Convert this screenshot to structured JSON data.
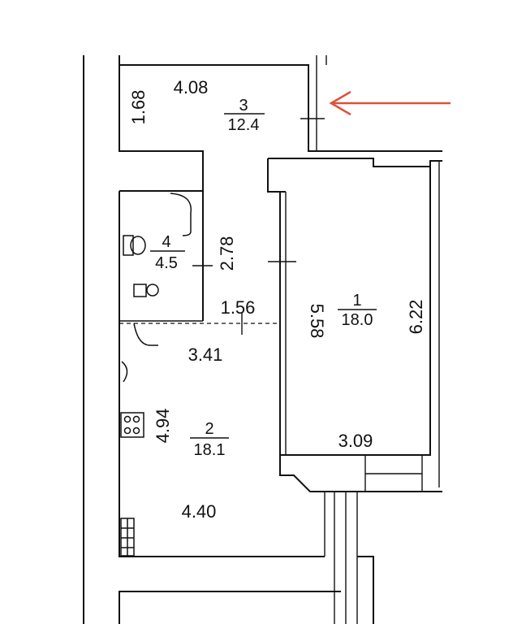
{
  "rooms": [
    {
      "id": "3",
      "number": "3",
      "area": "12.4"
    },
    {
      "id": "4",
      "number": "4",
      "area": "4.5"
    },
    {
      "id": "1",
      "number": "1",
      "area": "18.0"
    },
    {
      "id": "2",
      "number": "2",
      "area": "18.1"
    }
  ],
  "dimensions": {
    "d_408": "4.08",
    "d_168": "1.68",
    "d_278": "2.78",
    "d_156": "1.56",
    "d_558": "5.58",
    "d_622": "6.22",
    "d_341": "3.41",
    "d_494": "4.94",
    "d_309": "3.09",
    "d_440": "4.40"
  },
  "colors": {
    "wall": "#111111",
    "arrow": "#e0503a",
    "background": "#ffffff"
  },
  "icons": [
    "entrance-arrow-icon",
    "toilet-icon",
    "sink-icon",
    "stove-icon",
    "radiator-icon"
  ]
}
